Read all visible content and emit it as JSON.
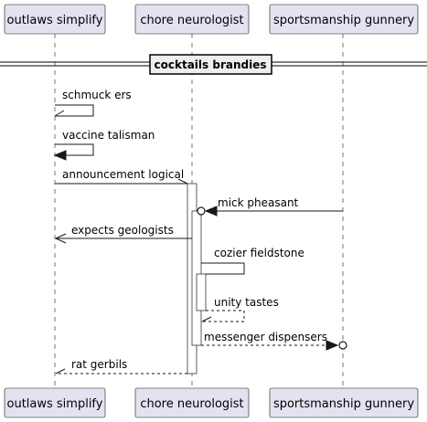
{
  "participants": [
    {
      "name": "outlaws simplify"
    },
    {
      "name": "chore neurologist"
    },
    {
      "name": "sportsmanship gunnery"
    }
  ],
  "divider": {
    "label": "cocktails brandies"
  },
  "messages": [
    {
      "from": "outlaws simplify",
      "to": "outlaws simplify",
      "label": "schmuck ers",
      "style": "self-open"
    },
    {
      "from": "outlaws simplify",
      "to": "outlaws simplify",
      "label": "vaccine talisman",
      "style": "self-filled"
    },
    {
      "from": "outlaws simplify",
      "to": "chore neurologist",
      "label": "announcement logical",
      "style": "solid-plain"
    },
    {
      "from": "sportsmanship gunnery",
      "to": "chore neurologist",
      "label": "mick pheasant",
      "style": "solid-circle"
    },
    {
      "from": "chore neurologist",
      "to": "outlaws simplify",
      "label": "expects geologists",
      "style": "solid-open"
    },
    {
      "from": "chore neurologist",
      "to": "chore neurologist",
      "label": "cozier fieldstone",
      "style": "self-plain"
    },
    {
      "from": "chore neurologist",
      "to": "chore neurologist",
      "label": "unity tastes",
      "style": "self-dashed-open"
    },
    {
      "from": "chore neurologist",
      "to": "sportsmanship gunnery",
      "label": "messenger dispensers",
      "style": "dashed-circle"
    },
    {
      "from": "chore neurologist",
      "to": "outlaws simplify",
      "label": "rat gerbils",
      "style": "dashed-open"
    }
  ]
}
